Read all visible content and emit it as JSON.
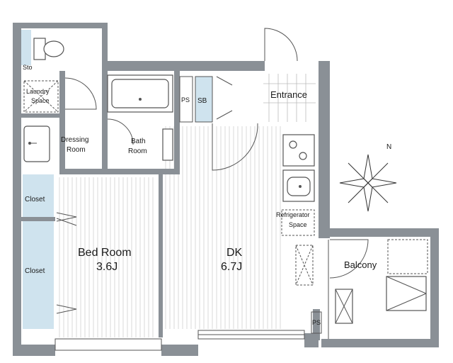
{
  "rooms": {
    "sto": "Sto",
    "laundry_line1": "Laundry",
    "laundry_line2": "Space",
    "dressing_line1": "Dressing",
    "dressing_line2": "Room",
    "bath_line1": "Bath",
    "bath_line2": "Room",
    "ps_upper": "PS",
    "sb": "SB",
    "entrance": "Entrance",
    "closet_upper": "Closet",
    "closet_lower": "Closet",
    "bedroom_name": "Bed Room",
    "bedroom_size": "3.6J",
    "dk_name": "DK",
    "dk_size": "6.7J",
    "refrigerator_line1": "Refrigerator",
    "refrigerator_line2": "Space",
    "balcony": "Balcony",
    "ps_lower": "PS"
  },
  "compass": {
    "north": "N"
  },
  "colors": {
    "wall": "#8a9096",
    "closet": "#cfe3ee",
    "line": "#555555"
  }
}
